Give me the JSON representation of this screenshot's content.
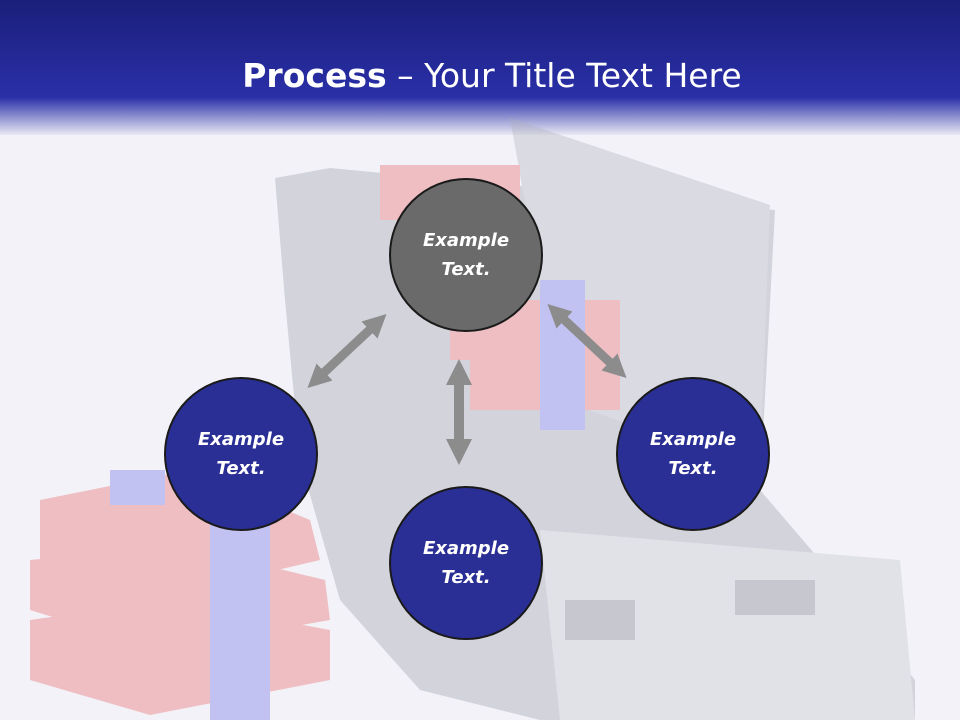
{
  "slide": {
    "title_bold": "Process",
    "title_rest": " – Your Title Text Here"
  },
  "steps": [
    {
      "line1": "Example",
      "line2": "Text."
    },
    {
      "line1": "Example",
      "line2": "Text."
    },
    {
      "line1": "Example",
      "line2": "Text."
    },
    {
      "line1": "Example",
      "line2": "Text."
    }
  ],
  "colors": {
    "header": "#2a2fa8",
    "circle_blue": "#2a2f96",
    "circle_gray": "#6a6a6a",
    "arrow": "#8c8c8c"
  }
}
